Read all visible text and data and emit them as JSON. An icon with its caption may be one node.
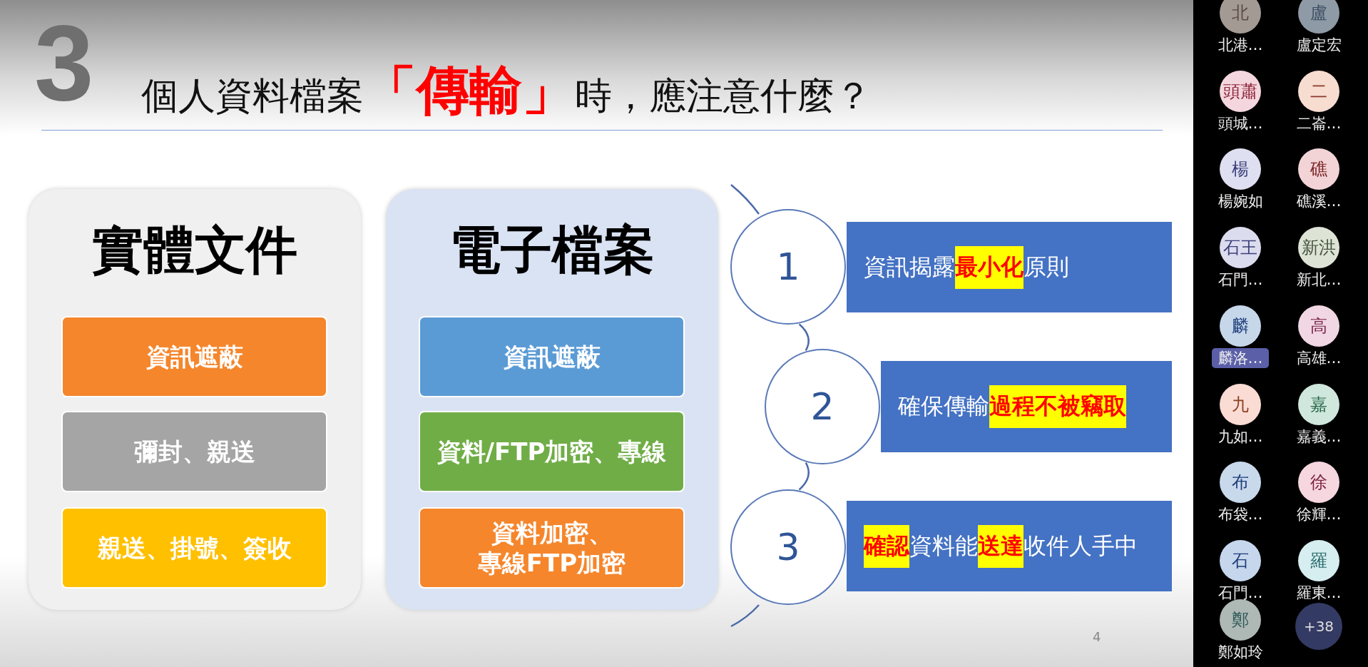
{
  "diagram": {
    "title": "個人資料檔案**「傳輸」**時，應注意什麼？",
    "nodes": [
      {
        "text": [
          "實體文件"
        ]
      },
      {
        "text": [
          "資訊遮蔽"
        ],
        "in": 0
      },
      {
        "text": [
          "彌封、親送"
        ],
        "in": 0
      },
      {
        "text": [
          "親送、掛號、簽收"
        ],
        "in": 0
      },
      {
        "text": [
          "電子檔案"
        ]
      },
      {
        "text": [
          "資訊遮蔽"
        ],
        "in": 4
      },
      {
        "text": [
          "資料/FTP加密、專線"
        ],
        "in": 4
      },
      {
        "text": [
          "資料加密、專線FTP加密"
        ],
        "in": 4
      },
      {
        "text": [
          "1"
        ]
      },
      {
        "text": [
          "資訊揭露**最小化**原則"
        ]
      },
      {
        "text": [
          "2"
        ]
      },
      {
        "text": [
          "確保傳輸**過程不被竊取**"
        ]
      },
      {
        "text": [
          "3"
        ]
      },
      {
        "text": [
          "**確認**資料能**送達**收件人手中"
        ]
      },
      {
        "text": [
          "北"
        ],
        "beside": [
          "北港…"
        ]
      },
      {
        "text": [
          "盧"
        ],
        "beside": [
          "盧定宏"
        ]
      },
      {
        "text": [
          "頭蕭"
        ],
        "beside": [
          "頭城…"
        ]
      },
      {
        "text": [
          "二"
        ],
        "beside": [
          "二崙…"
        ]
      },
      {
        "text": [
          "楊"
        ],
        "beside": [
          "楊婉如"
        ]
      },
      {
        "text": [
          "礁"
        ],
        "beside": [
          "礁溪…"
        ]
      },
      {
        "text": [
          "石王"
        ],
        "beside": [
          "石門…"
        ]
      },
      {
        "text": [
          "新洪"
        ],
        "beside": [
          "新北…"
        ]
      },
      {
        "text": [
          "麟"
        ],
        "beside": [
          "麟洛…"
        ]
      },
      {
        "text": [
          "高"
        ],
        "beside": [
          "高雄…"
        ]
      },
      {
        "text": [
          "九"
        ],
        "beside": [
          "九如…"
        ]
      },
      {
        "text": [
          "嘉"
        ],
        "beside": [
          "嘉義…"
        ]
      },
      {
        "text": [
          "布"
        ],
        "beside": [
          "布袋…"
        ]
      },
      {
        "text": [
          "徐"
        ],
        "beside": [
          "徐輝…"
        ]
      },
      {
        "text": [
          "石"
        ],
        "beside": [
          "石門…"
        ]
      },
      {
        "text": [
          "羅"
        ],
        "beside": [
          "羅東…"
        ]
      },
      {
        "text": [
          "鄭"
        ],
        "beside": [
          "鄭如玲"
        ]
      },
      {
        "text": [
          "+38"
        ]
      }
    ],
    "edges": [
      {
        "from": 8,
        "to": 10,
        "arrow": "none"
      },
      {
        "from": 10,
        "to": 12,
        "arrow": "none"
      }
    ],
    "labels": [
      "3",
      "4"
    ]
  }
}
